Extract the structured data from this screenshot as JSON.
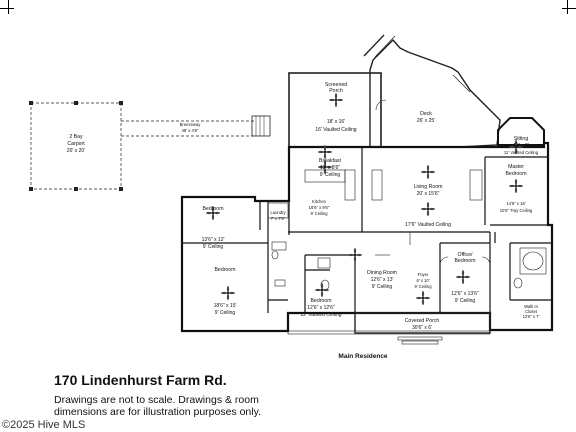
{
  "listing": {
    "address": "170 Lindenhurst Farm Rd.",
    "disclaimer_line1": "Drawings are not to scale. Drawings & room",
    "disclaimer_line2": "dimensions are for illustration purposes only.",
    "copyright": "©2025 Hive MLS"
  },
  "plan": {
    "title": "Main Residence",
    "rooms": {
      "carport": {
        "name_line1": "2 Bay",
        "name_line2": "Carport",
        "dims": "20' x 20'"
      },
      "breezeway": {
        "name": "Breezeway",
        "dims": "48' x 4'6\""
      },
      "screened_porch": {
        "name_line1": "Screened",
        "name_line2": "Porch",
        "dims": "18' x 16'",
        "ceiling": "16' Vaulted Ceiling"
      },
      "deck": {
        "name": "Deck",
        "dims": "26' x 25'"
      },
      "breakfast": {
        "name": "Breakfast",
        "dims": "12' x 8'6\"",
        "ceiling": "9' Ceiling"
      },
      "kitchen": {
        "name": "Kitchen",
        "dims": "16'6\" x 9'6\"",
        "ceiling": "9' Ceiling"
      },
      "laundry": {
        "name": "Laundry",
        "dims": "7' x 7'5\""
      },
      "living_room": {
        "name": "Living Room",
        "dims": "20' x 15'6\"",
        "ceiling": "17'6\" Vaulted Ceiling"
      },
      "sitting": {
        "name": "Sitting",
        "dims": "10' x 8'",
        "ceiling": "11' Vaulted Ceiling"
      },
      "master_bedroom": {
        "name_line1": "Master",
        "name_line2": "Bedroom",
        "dims": "14'6\" x 16'",
        "ceiling": "10'6\" Tray Ceiling"
      },
      "bedroom_1": {
        "name": "Bedroom",
        "dims": "13'6\" x 12'",
        "ceiling": "9' Ceiling"
      },
      "bedroom_2": {
        "name": "Bedroom",
        "dims": "18'6\" x 15'",
        "ceiling": "9' Ceiling"
      },
      "bedroom_3": {
        "name": "Bedroom",
        "dims": "12'6\" x 12'6\"",
        "ceiling": "12' Vaulted Ceiling"
      },
      "dining_room": {
        "name": "Dining Room",
        "dims": "12'6\" x 13'",
        "ceiling": "9' Ceiling"
      },
      "foyer": {
        "name": "Foyer",
        "dims": "6' x 10'",
        "ceiling": "9' Ceiling"
      },
      "office": {
        "name_line1": "Office/",
        "name_line2": "Bedroom",
        "dims": "12'6\" x 13'6\"",
        "ceiling": "9' Ceiling"
      },
      "walk_in_closet": {
        "name_line1": "Walk In",
        "name_line2": "Closet",
        "dims": "12'6\" x 7'"
      },
      "covered_porch": {
        "name": "Covered Porch",
        "dims": "30'6\" x 6'"
      }
    }
  }
}
